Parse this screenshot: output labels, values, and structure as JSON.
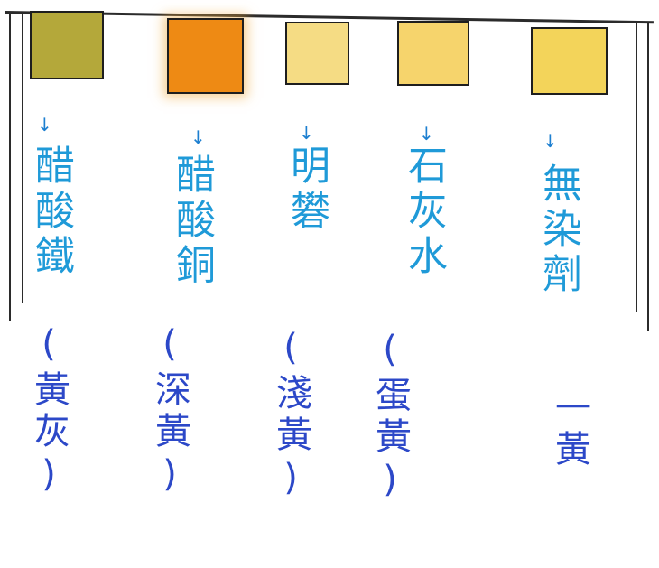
{
  "swatches": [
    {
      "color": "#b4a83a",
      "label_top": "醋酸鐵",
      "label_bottom": "(黃灰)"
    },
    {
      "color": "#ee8a14",
      "label_top": "醋酸銅",
      "label_bottom": "(深黃)"
    },
    {
      "color": "#f5dc84",
      "label_top": "明礬",
      "label_bottom": "(淺黃)"
    },
    {
      "color": "#f6d46c",
      "label_top": "石灰水",
      "label_bottom": "(蛋黃)"
    },
    {
      "color": "#f3d45a",
      "label_top": "無染劑",
      "label_bottom": "一黃"
    }
  ],
  "arrow_glyph": "↓"
}
